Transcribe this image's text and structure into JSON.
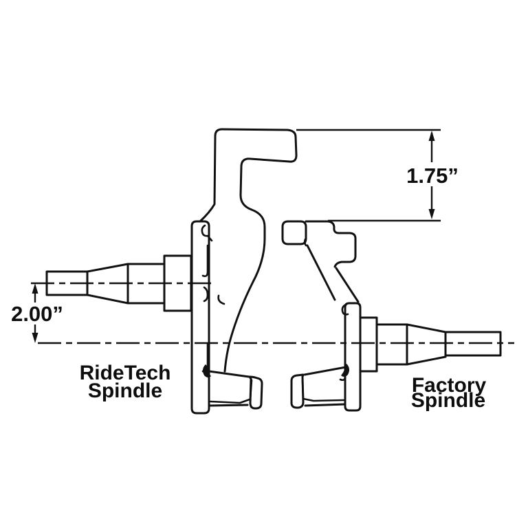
{
  "diagram": {
    "type": "technical-line-drawing",
    "subject": "Side-by-side comparison of RideTech spindle and factory spindle showing spindle-pin drop and steering-arm height difference",
    "background_color": "#ffffff",
    "line_color": "#111111",
    "text_color": "#0d0d0d",
    "labels": {
      "left_spindle": {
        "line1": "RideTech",
        "line2": "Spindle"
      },
      "right_spindle": {
        "line1": "Factory",
        "line2": "Spindle"
      }
    },
    "dimensions": {
      "spindle_pin_height": {
        "value": "2.00”",
        "orientation": "vertical",
        "location": "left, between upper and lower spindle centerlines"
      },
      "steering_arm_height": {
        "value": "1.75”",
        "orientation": "vertical",
        "location": "right, between RideTech arm top and factory arm top"
      }
    }
  }
}
